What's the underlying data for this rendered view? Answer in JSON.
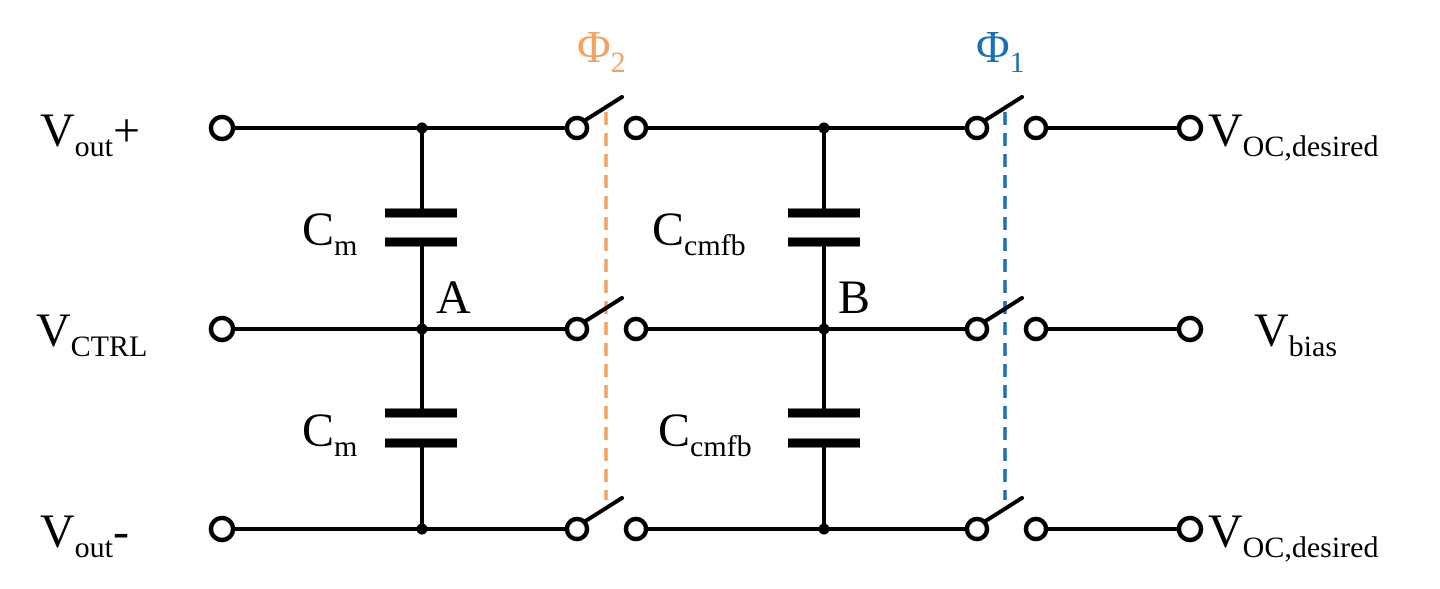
{
  "labels": {
    "vout_plus": {
      "main": "V",
      "sub": "out",
      "suffix": "+"
    },
    "vctrl": {
      "main": "V",
      "sub": "CTRL"
    },
    "vout_minus": {
      "main": "V",
      "sub": "out",
      "suffix": "-"
    },
    "cm_top": {
      "main": "C",
      "sub": "m"
    },
    "cm_bot": {
      "main": "C",
      "sub": "m"
    },
    "ccmfb_top": {
      "main": "C",
      "sub": "cmfb"
    },
    "ccmfb_bot": {
      "main": "C",
      "sub": "cmfb"
    },
    "node_a": "A",
    "node_b": "B",
    "phi2": {
      "main": "Φ",
      "sub": "2"
    },
    "phi1": {
      "main": "Φ",
      "sub": "1"
    },
    "voc_top": {
      "main": "V",
      "sub": "OC,desired"
    },
    "vbias": {
      "main": "V",
      "sub": "bias"
    },
    "voc_bot": {
      "main": "V",
      "sub": "OC,desired"
    }
  },
  "colors": {
    "phi2": "#f4a260",
    "phi1": "#1a6fba",
    "wire": "#000000"
  }
}
